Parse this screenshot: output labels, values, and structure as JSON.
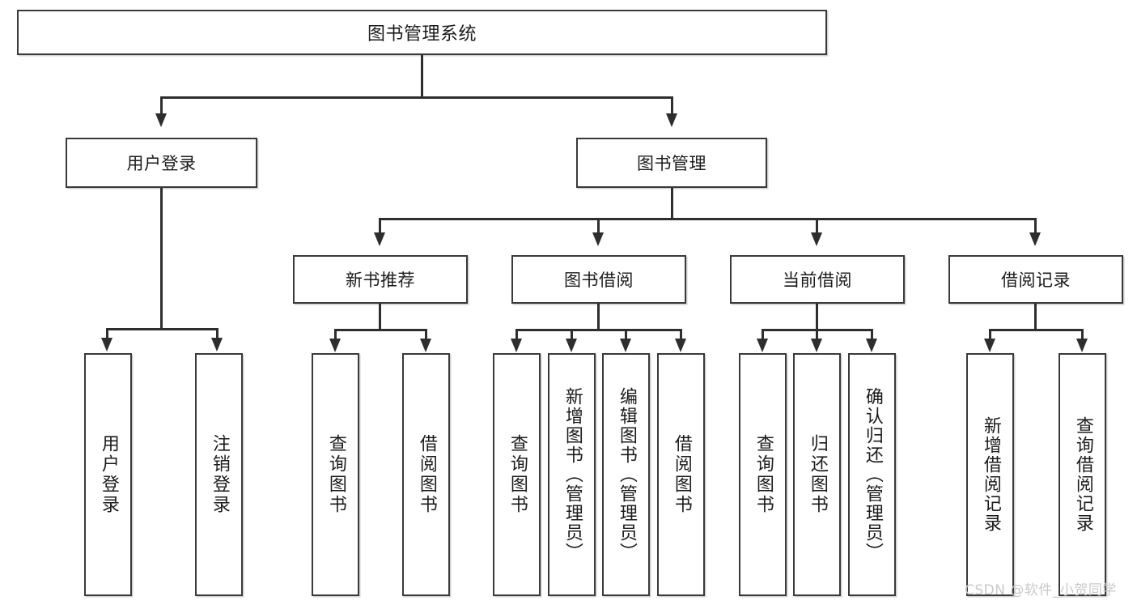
{
  "diagram": {
    "title": "图书管理系统",
    "type": "tree",
    "watermark": "CSDN @软件_小贺同学",
    "colors": {
      "box_border": "#3a3a3a",
      "connector": "#2e2e2e",
      "background": "#ffffff",
      "text": "#1b1b1b",
      "watermark": "#c9c9c9"
    },
    "root": {
      "label": "图书管理系统"
    },
    "level2": [
      {
        "label": "用户登录"
      },
      {
        "label": "图书管理"
      }
    ],
    "level3": [
      {
        "label": "新书推荐"
      },
      {
        "label": "图书借阅"
      },
      {
        "label": "当前借阅"
      },
      {
        "label": "借阅记录"
      }
    ],
    "leaves": {
      "user_login": [
        {
          "label": "用户登录"
        },
        {
          "label": "注销登录"
        }
      ],
      "new_book": [
        {
          "label": "查询图书"
        },
        {
          "label": "借阅图书"
        }
      ],
      "book_borrow": [
        {
          "label": "查询图书"
        },
        {
          "label": "新增图书（管理员）"
        },
        {
          "label": "编辑图书（管理员）"
        },
        {
          "label": "借阅图书"
        }
      ],
      "current_borrow": [
        {
          "label": "查询图书"
        },
        {
          "label": "归还图书"
        },
        {
          "label": "确认归还（管理员）"
        }
      ],
      "borrow_record": [
        {
          "label": "新增借阅记录"
        },
        {
          "label": "查询借阅记录"
        }
      ]
    }
  }
}
